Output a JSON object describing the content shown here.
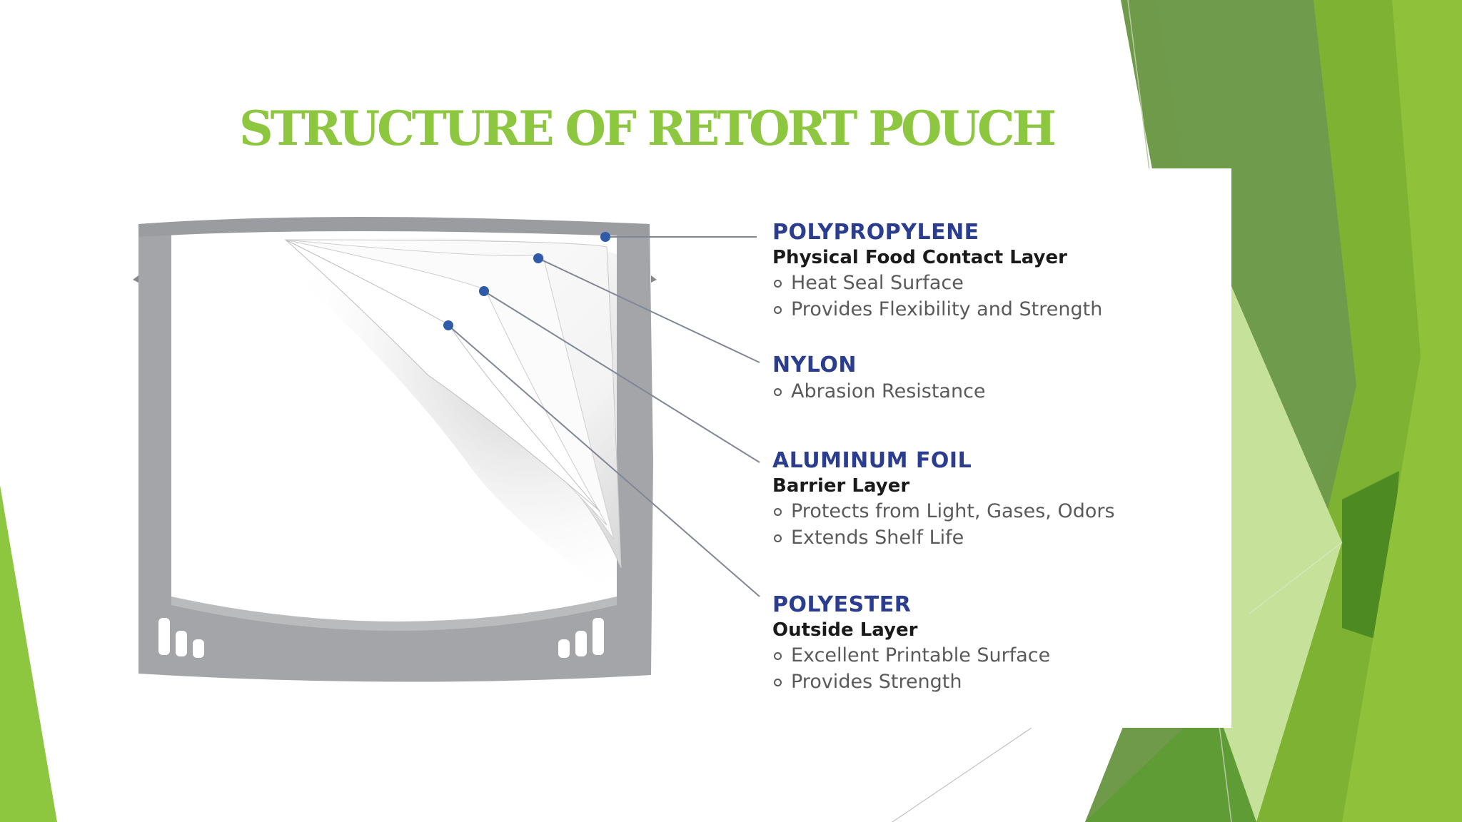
{
  "slide": {
    "title": "STRUCTURE OF RETORT POUCH"
  },
  "colors": {
    "title_green": "#8dc63f",
    "label_blue": "#2b3d8f",
    "pouch_gray": "#a3a5a8",
    "accent_greens": [
      "#6e9a4a",
      "#8dc63f",
      "#7eb232",
      "#c6e19a",
      "#4e8a22"
    ]
  },
  "diagram": {
    "layers": [
      {
        "name": "POLYPROPYLENE",
        "subtitle": "Physical Food Contact Layer",
        "bullets": [
          "Heat Seal Surface",
          "Provides Flexibility and Strength"
        ]
      },
      {
        "name": "NYLON",
        "subtitle": "",
        "bullets": [
          "Abrasion Resistance"
        ]
      },
      {
        "name": "ALUMINUM FOIL",
        "subtitle": "Barrier Layer",
        "bullets": [
          "Protects from Light, Gases, Odors",
          "Extends Shelf Life"
        ]
      },
      {
        "name": "POLYESTER",
        "subtitle": "Outside Layer",
        "bullets": [
          "Excellent Printable Surface",
          "Provides Strength"
        ]
      }
    ]
  }
}
